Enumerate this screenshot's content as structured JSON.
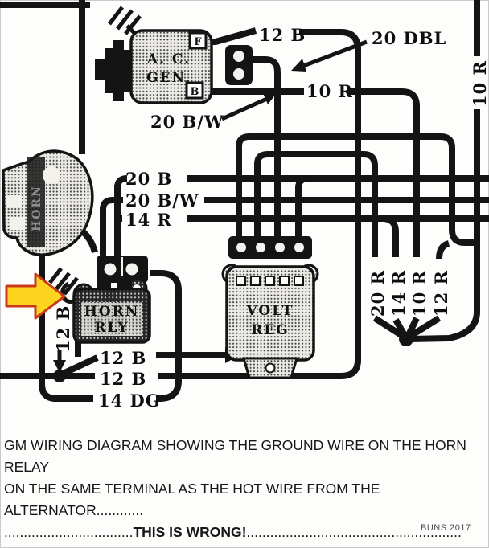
{
  "diagram": {
    "components": {
      "generator": {
        "line1": "A. C.",
        "line2": "GEN.",
        "terminal_top": "F",
        "terminal_bottom": "B"
      },
      "horn": {
        "label": "HORN"
      },
      "horn_relay": {
        "line1": "HORN",
        "line2": "RLY"
      },
      "voltage_regulator": {
        "line1": "VOLT",
        "line2": "REG"
      }
    },
    "wire_labels": {
      "top_12b": "12 B",
      "dbl20": "20 DBL",
      "right_10r_vertical": "10 R",
      "mid_10r": "10 R",
      "gen_20bw": "20 B/W",
      "h20b": "20 B",
      "h20bw": "20 B/W",
      "h14r": "14 R",
      "v20r": "20 R",
      "v14r": "14 R",
      "v10r": "10 R",
      "v12r": "12 R",
      "left_12b_vertical": "12 B",
      "b12_first": "12 B",
      "b12_second": "12 B",
      "dg14": "14 DG"
    },
    "highlight_arrow": {
      "fill": "#ffd41e",
      "outline": "#c8391c"
    }
  },
  "caption": {
    "line1": "GM WIRING DIAGRAM SHOWING THE GROUND WIRE ON THE HORN RELAY",
    "line2": "ON THE SAME TERMINAL AS THE HOT WIRE FROM THE ALTERNATOR............",
    "line3_dots_left": ".................................",
    "line3_bold": "THIS IS WRONG!",
    "line3_dots_right": "......................................................."
  },
  "credit": "BUNS 2017"
}
